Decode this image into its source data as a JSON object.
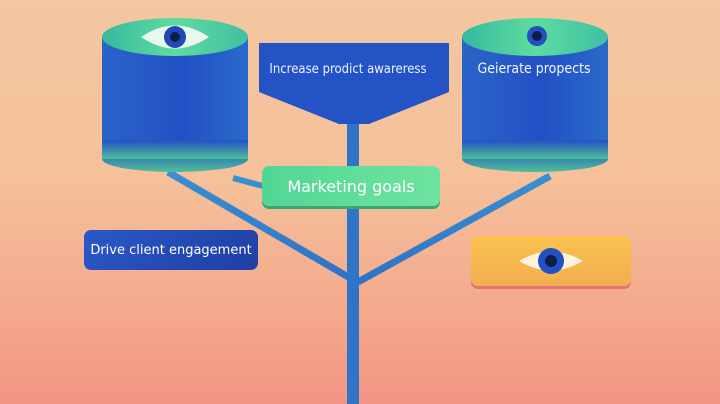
{
  "diagram": {
    "funnel_label": "Increase prodict awareress",
    "right_cylinder_label": "Geierate propects",
    "center_label": "Marketing goals",
    "left_box_label": "Drive client engagement"
  },
  "icons": {
    "left_cylinder_top": "eye-icon",
    "right_cylinder_top": "eye-icon",
    "right_box": "eye-icon"
  },
  "colors": {
    "background_top": "#f4c7a0",
    "background_bottom": "#f29484",
    "blue": "#2350c4",
    "green": "#5fe0a0",
    "amber": "#f7b84e"
  }
}
